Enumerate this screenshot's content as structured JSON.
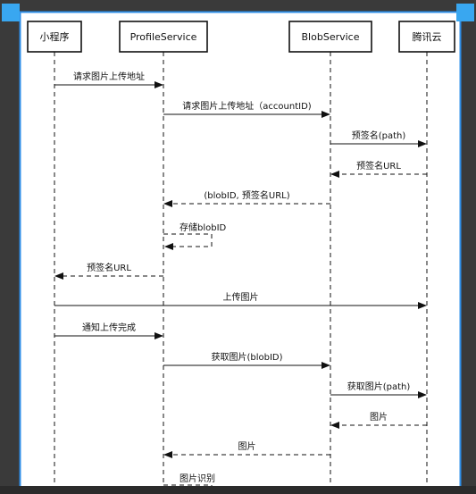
{
  "colors": {
    "background_outer": "#3a3a3a",
    "canvas": "#ffffff",
    "frame_blue": "#2f8fe8",
    "handle_blue": "#39a7f0",
    "line": "#111111"
  },
  "participants": [
    {
      "id": "miniapp",
      "label": "小程序"
    },
    {
      "id": "profile",
      "label": "ProfileService"
    },
    {
      "id": "blob",
      "label": "BlobService"
    },
    {
      "id": "tencent",
      "label": "腾讯云"
    }
  ],
  "messages": [
    {
      "from": "miniapp",
      "to": "profile",
      "label": "请求图片上传地址",
      "style": "solid"
    },
    {
      "from": "profile",
      "to": "blob",
      "label": "请求图片上传地址（accountID)",
      "style": "solid"
    },
    {
      "from": "blob",
      "to": "tencent",
      "label": "预签名(path)",
      "style": "solid"
    },
    {
      "from": "tencent",
      "to": "blob",
      "label": "预签名URL",
      "style": "dashed"
    },
    {
      "from": "blob",
      "to": "profile",
      "label": "(blobID, 预签名URL)",
      "style": "dashed"
    },
    {
      "from": "profile",
      "to": "profile",
      "label": "存储blobID",
      "style": "dashed-self"
    },
    {
      "from": "profile",
      "to": "miniapp",
      "label": "预签名URL",
      "style": "dashed"
    },
    {
      "from": "miniapp",
      "to": "tencent",
      "label": "上传图片",
      "style": "solid"
    },
    {
      "from": "miniapp",
      "to": "profile",
      "label": "通知上传完成",
      "style": "solid"
    },
    {
      "from": "profile",
      "to": "blob",
      "label": "获取图片(blobID)",
      "style": "solid"
    },
    {
      "from": "blob",
      "to": "tencent",
      "label": "获取图片(path)",
      "style": "solid"
    },
    {
      "from": "tencent",
      "to": "blob",
      "label": "图片",
      "style": "dashed"
    },
    {
      "from": "blob",
      "to": "profile",
      "label": "图片",
      "style": "dashed"
    },
    {
      "from": "profile",
      "to": "profile",
      "label": "图片识别",
      "style": "dashed-self"
    }
  ]
}
